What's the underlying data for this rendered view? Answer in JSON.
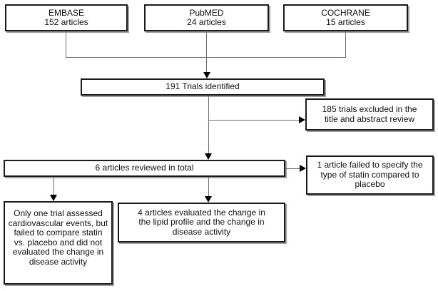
{
  "diagram": {
    "type": "flowchart",
    "background": "#ffffff",
    "box_border_color": "#1a1a1a",
    "box_shadow_color": "#9e9e9e",
    "connector_color": "#6e6e6e",
    "arrow_color": "#000000",
    "nodes": {
      "embase": "EMBASE\n152 articles",
      "pubmed": "PubMED\n24 articles",
      "cochrane": "COCHRANE\n15 articles",
      "identified": "191 Trials identified",
      "excluded": "185 trials excluded  in the\ntitle and abstract review",
      "reviewed": "6 articles reviewed in total",
      "failed_specify": "1 article failed to specify the\ntype of statin compared to\nplacebo",
      "cardiovascular": "Only one trial assessed\ncardiovascular events, but\nfailed to compare statin\nvs. placebo and did not\nevaluated the change in\ndisease activity",
      "lipid": "4 articles evaluated the change in\nthe lipid profile and the change in\ndisease activity"
    }
  }
}
